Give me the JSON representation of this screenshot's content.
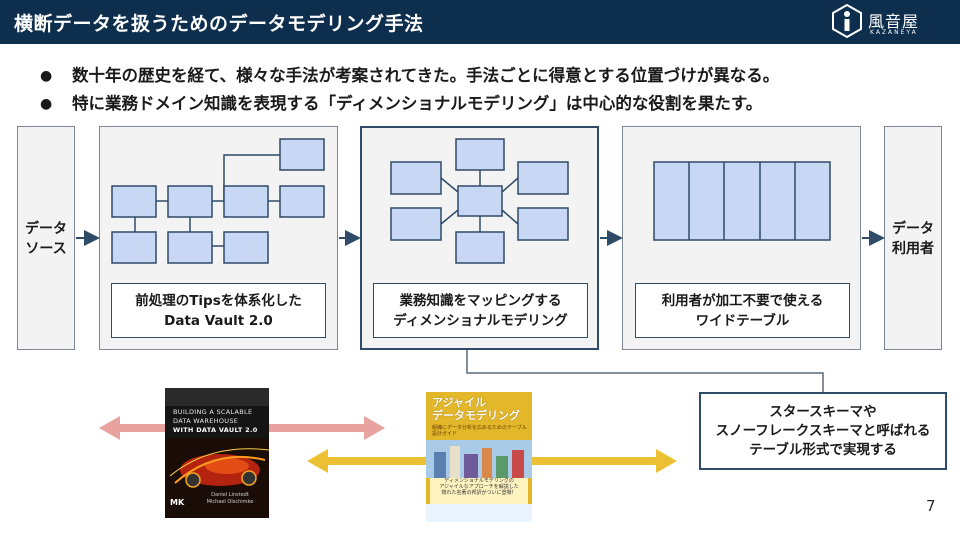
{
  "header": {
    "title": "横断データを扱うためのデータモデリング手法"
  },
  "logo": {
    "text": "風音屋",
    "sub": "KAZANEYA"
  },
  "bullets": [
    "数十年の歴史を経て、様々な手法が考案されてきた。手法ごとに得意とする位置づけが異なる。",
    "特に業務ドメイン知識を表現する「ディメンショナルモデリング」は中心的な役割を果たす。"
  ],
  "flow": {
    "source_label_l1": "データ",
    "source_label_l2": "ソース",
    "consumer_label_l1": "データ",
    "consumer_label_l2": "利用者",
    "stage1_caption_l1": "前処理のTipsを体系化した",
    "stage1_caption_l2": "Data Vault 2.0",
    "stage2_caption_l1": "業務知識をマッピングする",
    "stage2_caption_l2": "ディメンショナルモデリング",
    "stage3_caption_l1": "利用者が加工不要で使える",
    "stage3_caption_l2": "ワイドテーブル"
  },
  "note": {
    "l1": "スタースキーマや",
    "l2": "スノーフレークスキーマと呼ばれる",
    "l3": "テーブル形式で実現する"
  },
  "books": {
    "book1_l1": "BUILDING A SCALABLE",
    "book1_l2": "DATA WAREHOUSE",
    "book1_l3": "WITH DATA VAULT 2.0",
    "book1_authors_l1": "Daniel Linstedt",
    "book1_authors_l2": "Michael Olschimke",
    "book1_publisher": "MK",
    "book2_title_l1": "アジャイル",
    "book2_title_l2": "データモデリング",
    "book2_sub": "組織にデータ分析を広めるためのテーブル設計ガイド",
    "book2_mid_l1": "ディメンショナルモデリングの",
    "book2_mid_l2": "アジャイルなアプローチを解説した",
    "book2_mid_l3": "隠れた名著の邦訳がついに登場！"
  },
  "colors": {
    "header_bg": "#0e2e4e",
    "table_fill": "#c8d8f4",
    "table_border": "#2e4b68",
    "arrow_red": "#e8a3a0",
    "arrow_yellow": "#ecc033"
  },
  "page": {
    "number": "7"
  }
}
